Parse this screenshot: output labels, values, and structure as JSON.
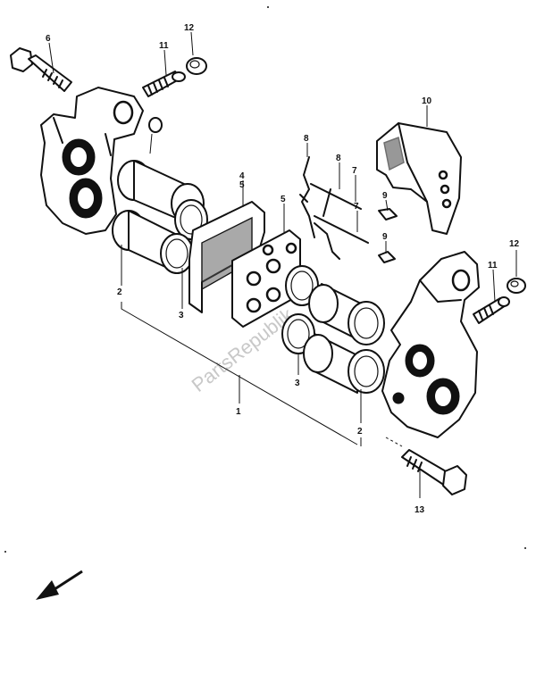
{
  "callouts": {
    "c6": "6",
    "c11_left": "11",
    "c12_left": "12",
    "c10": "10",
    "c8": "8",
    "c9_upper": "9",
    "c9_lower": "9",
    "c7_upper": "7",
    "c7_lower": "7",
    "c4": "4",
    "c5_left": "5",
    "c5_right": "5",
    "c2_left": "2",
    "c3_left": "3",
    "c3_right": "3",
    "c1": "1",
    "c2_right": "2",
    "c12_right": "12",
    "c11_right": "11",
    "c13": "13"
  },
  "watermark": "PartsRepublik",
  "colors": {
    "ink": "#111111",
    "watermark": "#c8c8c8",
    "paper": "#ffffff"
  },
  "icons": {
    "direction_arrow": "arrow-down-left-icon"
  }
}
